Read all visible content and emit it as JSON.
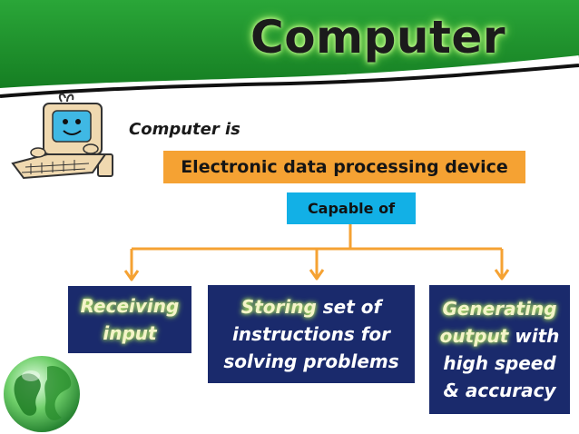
{
  "title": "Computer",
  "intro": "Computer is",
  "definition": "Electronic data processing device",
  "capable": "Capable of",
  "capabilities": [
    {
      "lines": [
        {
          "glow": "Receiving",
          "rest": ""
        },
        {
          "glow": "input",
          "rest": ""
        }
      ]
    },
    {
      "lines": [
        {
          "glow": "Storing",
          "rest": " set of"
        },
        {
          "glow": "",
          "rest": "instructions for"
        },
        {
          "glow": "",
          "rest": "solving problems"
        }
      ]
    },
    {
      "lines": [
        {
          "glow": "Generating",
          "rest": ""
        },
        {
          "glow": "output",
          "rest": " with"
        },
        {
          "glow": "",
          "rest": "high speed"
        },
        {
          "glow": "",
          "rest": "& accuracy"
        }
      ]
    }
  ],
  "colors": {
    "header_green": "#1f8f2a",
    "definition_box": "#f5a233",
    "capable_box": "#12b0e6",
    "capability_box": "#1a2a6c",
    "connector": "#f5a233"
  },
  "icons": [
    "cartoon-computer-icon",
    "globe-icon"
  ]
}
